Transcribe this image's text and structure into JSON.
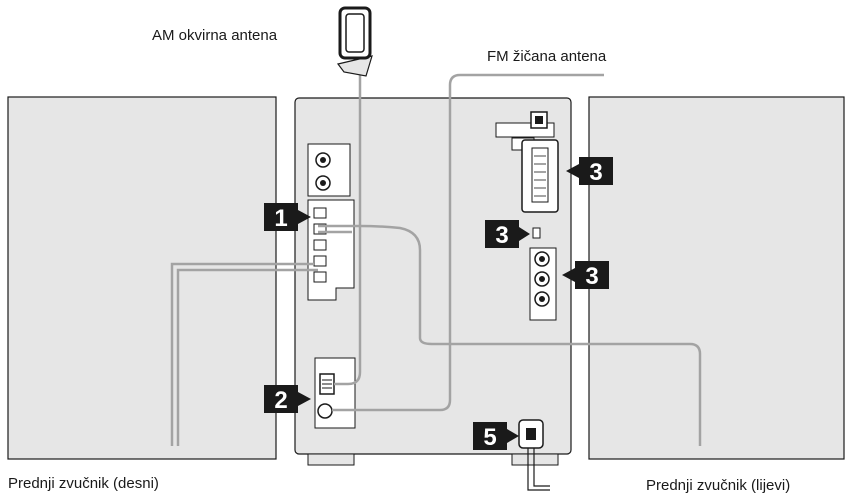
{
  "labels": {
    "am_antenna": "AM okvirna antena",
    "fm_antenna": "FM žičana antena",
    "speaker_right": "Prednji zvučnik (desni)",
    "speaker_left": "Prednji zvučnik (lijevi)"
  },
  "badges": {
    "b1": "1",
    "b2": "2",
    "b3a": "3",
    "b3b": "3",
    "b3c": "3",
    "b5": "5"
  },
  "colors": {
    "speaker_fill": "#e6e6e6",
    "panel_fill": "#e6e6e6",
    "cable": "#a3a3a3",
    "outline": "#1a1a1a",
    "badge": "#1a1a1a"
  }
}
